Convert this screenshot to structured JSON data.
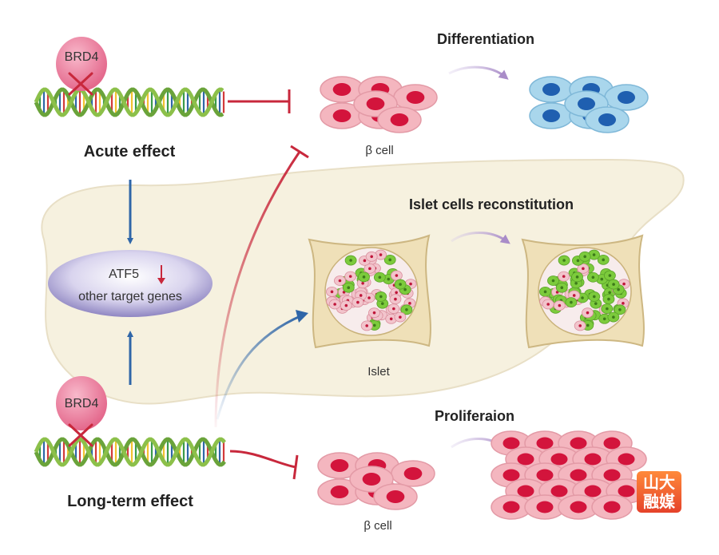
{
  "labels": {
    "brd4_top": "BRD4",
    "brd4_bottom": "BRD4",
    "acute_effect": "Acute effect",
    "long_term_effect": "Long-term effect",
    "atf5": "ATF5",
    "other_target_genes": "other target genes",
    "differentiation": "Differentiation",
    "beta_cell_top": "β cell",
    "islet_reconstitution": "Islet cells reconstitution",
    "islet": "Islet",
    "proliferation": "Proliferaion",
    "beta_cell_bottom": "β cell"
  },
  "badge": {
    "line1": "山大",
    "line2": "融媒"
  },
  "colors": {
    "beta_cell_fill": "#f4b6bf",
    "beta_cell_nucleus": "#d3143c",
    "diff_cell_fill": "#a9d6ec",
    "diff_cell_nucleus": "#1f5fb0",
    "inhibit_red": "#c8283c",
    "activate_blue": "#2f66a8",
    "pancreas": "#f6f0dc",
    "ellipse": "#9b93c9",
    "islet_green": "#7ccb3c",
    "brd4_pink": "#ee7f9e"
  }
}
